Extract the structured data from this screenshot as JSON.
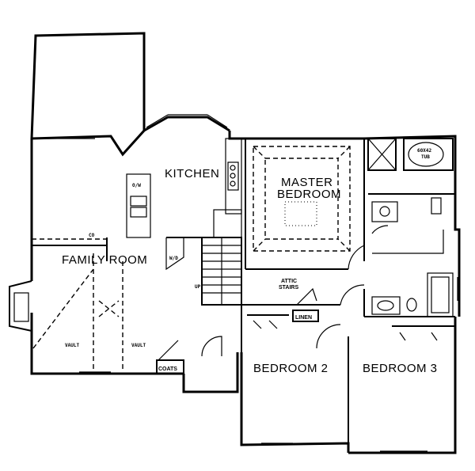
{
  "rooms": {
    "kitchen": "KITCHEN",
    "master_line1": "MASTER",
    "master_line2": "BEDROOM",
    "family_room": "FAMILY ROOM",
    "bedroom2": "BEDROOM 2",
    "bedroom3": "BEDROOM 3"
  },
  "labels": {
    "coats": "COATS",
    "linen": "LINEN",
    "attic_line1": "ATTIC",
    "attic_line2": "STAIRS",
    "tub_line1": "60X42",
    "tub_line2": "TUB",
    "ovens": "O/W",
    "washer_dryer": "W/D",
    "stairs_up": "UP",
    "co": "CO",
    "vault": "VAULT"
  }
}
